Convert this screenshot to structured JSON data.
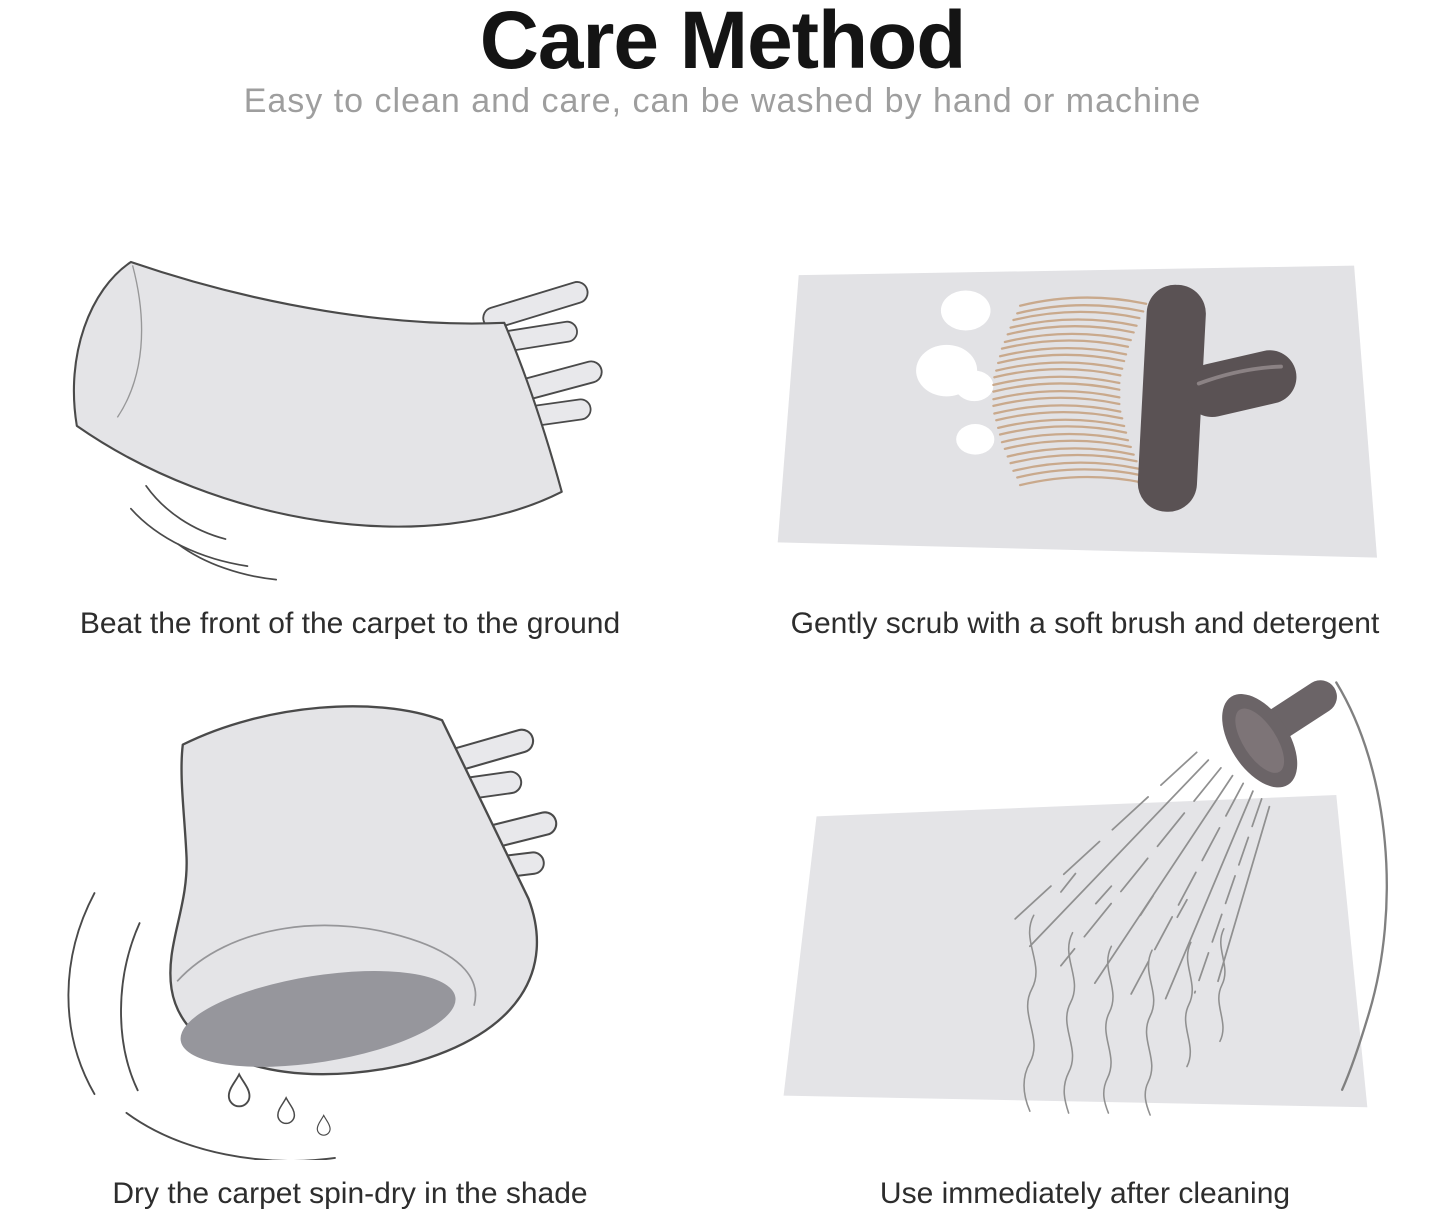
{
  "header": {
    "title": "Care Method",
    "subtitle": "Easy to clean and care, can be washed by hand or machine"
  },
  "steps": [
    {
      "id": "beat",
      "illustration": "beat-carpet-illustration",
      "caption": "Beat the front of the carpet to the ground"
    },
    {
      "id": "scrub",
      "illustration": "scrub-brush-illustration",
      "caption": "Gently scrub with a soft brush and detergent"
    },
    {
      "id": "spin",
      "illustration": "spin-dry-illustration",
      "caption": "Dry the carpet spin-dry in the shade"
    },
    {
      "id": "rinse",
      "illustration": "shower-rinse-illustration",
      "caption": "Use immediately after cleaning"
    }
  ],
  "colors": {
    "background": "#ffffff",
    "carpet_fill": "#e4e4e7",
    "carpet_outline": "#4a4a4a",
    "roll_underside": "#96969c",
    "brush_body": "#5a5254",
    "bristles": "#c9a98c",
    "foam": "#ffffff",
    "water_lines": "#909090",
    "title_text": "#141414",
    "subtitle_text": "#9e9e9e",
    "caption_text": "#2d2d2d"
  }
}
